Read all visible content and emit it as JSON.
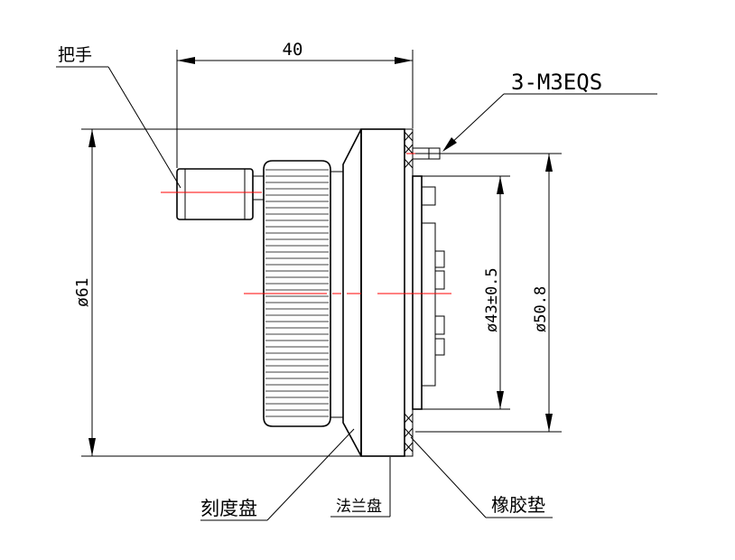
{
  "labels": {
    "handle": "把手",
    "thread": "3-M3EQS",
    "dial": "刻度盘",
    "flange": "法兰盘",
    "rubber_pad": "橡胶垫"
  },
  "dimensions": {
    "length": "40",
    "dia_outer": "ø61",
    "dia_inner": "ø43±0.5",
    "dia_bolt": "ø50.8"
  },
  "colors": {
    "line": "#000000",
    "centerline": "#ff0000",
    "background": "#ffffff"
  }
}
